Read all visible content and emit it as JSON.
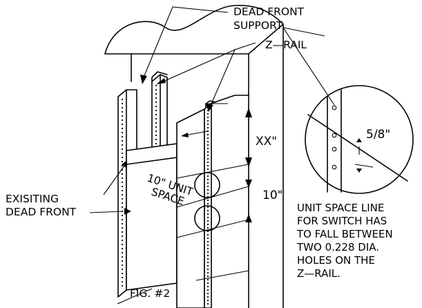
{
  "labels": {
    "dead_front_support_1": "DEAD FRONT",
    "dead_front_support_2": "SUPPORT",
    "z_rail": "Z—RAIL",
    "existing_dead_front_1": "EXISITING",
    "existing_dead_front_2": "DEAD FRONT",
    "unit_space_1": "10\" UNIT",
    "unit_space_2": "SPACE",
    "dim_xx": "XX\"",
    "dim_10": "10\"",
    "dim_5_8": "5/8\"",
    "figure": "FIG.  #2"
  },
  "note_lines": [
    "UNIT SPACE LINE",
    "FOR SWITCH HAS",
    "TO FALL BETWEEN",
    "TWO 0.228 DIA.",
    "HOLES ON THE",
    "Z—RAIL."
  ]
}
